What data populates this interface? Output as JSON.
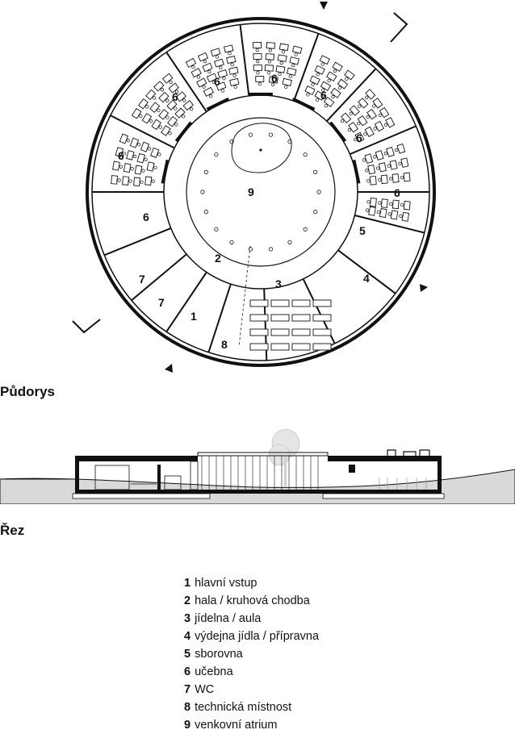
{
  "plan": {
    "caption": "Půdorys",
    "room_numbers": [
      "1",
      "2",
      "3",
      "4",
      "5",
      "6",
      "7",
      "8",
      "9"
    ]
  },
  "section": {
    "caption": "Řez"
  },
  "legend": [
    {
      "num": "1",
      "label": "hlavní vstup"
    },
    {
      "num": "2",
      "label": "hala / kruhová chodba"
    },
    {
      "num": "3",
      "label": "jídelna / aula"
    },
    {
      "num": "4",
      "label": "výdejna jídla / přípravna"
    },
    {
      "num": "5",
      "label": "sborovna"
    },
    {
      "num": "6",
      "label": "učebna"
    },
    {
      "num": "7",
      "label": "WC"
    },
    {
      "num": "8",
      "label": "technická místnost"
    },
    {
      "num": "9",
      "label": "venkovní atrium"
    }
  ],
  "colors": {
    "ink": "#111111",
    "ground": "#d9d9d9",
    "paper": "#ffffff"
  }
}
